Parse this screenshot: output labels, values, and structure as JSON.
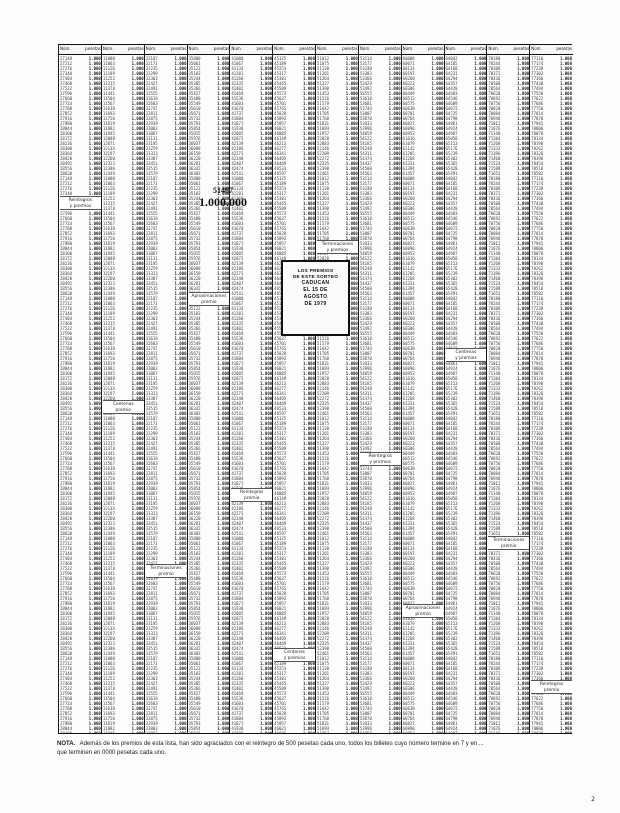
{
  "columns": [
    {
      "header": [
        "Núm.",
        "pesetas"
      ],
      "rows": [
        [
          "27148",
          "1.000"
        ],
        [
          "27212",
          "1.000"
        ],
        [
          "27276",
          "1.000"
        ],
        [
          "27340",
          "1.000"
        ],
        [
          "27404",
          "1.000"
        ],
        [
          "27468",
          "1.000"
        ],
        [
          "27532",
          "1.000"
        ],
        [
          "27596",
          "1.000"
        ],
        [
          "27660",
          "1.000"
        ],
        [
          "27724",
          "1.000"
        ],
        [
          "27788",
          "1.000"
        ],
        [
          "27852",
          "1.000"
        ],
        [
          "27916",
          "1.000"
        ],
        [
          "27980",
          "1.000"
        ],
        [
          "28044",
          "1.000"
        ],
        [
          "28108",
          "1.000"
        ],
        [
          "28172",
          "1.000"
        ],
        [
          "28236",
          "1.000"
        ],
        [
          "28300",
          "1.000"
        ],
        [
          "28364",
          "1.000"
        ],
        [
          "28428",
          "1.000"
        ],
        [
          "28492",
          "1.000"
        ],
        [
          "28556",
          "1.000"
        ],
        [
          "28620",
          "1.000"
        ]
      ],
      "category": [
        "Reintegros",
        "y premios"
      ]
    },
    {
      "header": [
        "Núm.",
        "pesetas"
      ],
      "rows": [
        [
          "11000",
          "1.000"
        ],
        [
          "11063",
          "1.000"
        ],
        [
          "11126",
          "1.000"
        ],
        [
          "11189",
          "1.000"
        ],
        [
          "11252",
          "1.000"
        ],
        [
          "11315",
          "1.000"
        ],
        [
          "11378",
          "1.000"
        ],
        [
          "11441",
          "1.000"
        ],
        [
          "11504",
          "1.000"
        ],
        [
          "11567",
          "1.000"
        ],
        [
          "11630",
          "1.000"
        ],
        [
          "11693",
          "1.000"
        ],
        [
          "11756",
          "1.000"
        ],
        [
          "11819",
          "1.000"
        ],
        [
          "11882",
          "1.000"
        ],
        [
          "11945",
          "1.000"
        ],
        [
          "12008",
          "1.000"
        ],
        [
          "12071",
          "1.000"
        ],
        [
          "12134",
          "1.000"
        ],
        [
          "12197",
          "1.000"
        ],
        [
          "12260",
          "1.000"
        ],
        [
          "12323",
          "1.000"
        ],
        [
          "12386",
          "1.000"
        ],
        [
          "12449",
          "1.000"
        ]
      ],
      "category": [
        "Centenas",
        "premio"
      ]
    },
    {
      "header": [
        "Núm.",
        "pesetas"
      ],
      "rows": [
        [
          "32107",
          "1.000"
        ],
        [
          "32171",
          "1.000"
        ],
        [
          "32235",
          "1.000"
        ],
        [
          "32299",
          "1.000"
        ],
        [
          "32363",
          "1.000"
        ],
        [
          "32427",
          "1.000"
        ],
        [
          "32491",
          "1.000"
        ],
        [
          "32555",
          "1.000"
        ],
        [
          "32619",
          "1.000"
        ],
        [
          "32683",
          "1.000"
        ],
        [
          "32747",
          "1.000"
        ],
        [
          "32811",
          "1.000"
        ],
        [
          "32875",
          "1.000"
        ],
        [
          "32939",
          "1.000"
        ],
        [
          "33003",
          "1.000"
        ],
        [
          "33067",
          "1.000"
        ],
        [
          "33131",
          "1.000"
        ],
        [
          "33195",
          "1.000"
        ],
        [
          "33259",
          "1.000"
        ],
        [
          "33323",
          "1.000"
        ],
        [
          "33387",
          "1.000"
        ],
        [
          "33451",
          "1.000"
        ],
        [
          "33515",
          "1.000"
        ],
        [
          "33579",
          "1.000"
        ]
      ],
      "category": [
        "Terminaciones",
        "premio"
      ]
    },
    {
      "header": [
        "Núm.",
        "pesetas"
      ],
      "rows": [
        [
          "35000",
          "1.000"
        ],
        [
          "35061",
          "1.000"
        ],
        [
          "35122",
          "1.000"
        ],
        [
          "35183",
          "1.000"
        ],
        [
          "35244",
          "1.000"
        ],
        [
          "35305",
          "1.000"
        ],
        [
          "35366",
          "1.000"
        ],
        [
          "35427",
          "1.000"
        ],
        [
          "35488",
          "1.000"
        ],
        [
          "35549",
          "1.000"
        ],
        [
          "35610",
          "1.000"
        ],
        [
          "35671",
          "1.000"
        ],
        [
          "35732",
          "1.000"
        ],
        [
          "35793",
          "1.000"
        ],
        [
          "35854",
          "1.000"
        ],
        [
          "35915",
          "1.000"
        ],
        [
          "35976",
          "1.000"
        ],
        [
          "36037",
          "1.000"
        ],
        [
          "36098",
          "1.000"
        ],
        [
          "36159",
          "1.000"
        ],
        [
          "36220",
          "1.000"
        ],
        [
          "36281",
          "1.000"
        ],
        [
          "36342",
          "1.000"
        ],
        [
          "36403",
          "1.000"
        ]
      ],
      "category": [
        "Aproximaciones",
        "premio"
      ]
    },
    {
      "header": [
        "Núm.",
        "pesetas"
      ],
      "rows": [
        [
          "41000",
          "1.000"
        ],
        [
          "41067",
          "1.000"
        ],
        [
          "41134",
          "1.000"
        ],
        [
          "41201",
          "1.000"
        ],
        [
          "41268",
          "1.000"
        ],
        [
          "41335",
          "1.000"
        ],
        [
          "41402",
          "1.000"
        ],
        [
          "41469",
          "1.000"
        ],
        [
          "41536",
          "1.000"
        ],
        [
          "41603",
          "1.000"
        ],
        [
          "41670",
          "1.000"
        ],
        [
          "41737",
          "1.000"
        ],
        [
          "41804",
          "1.000"
        ],
        [
          "41871",
          "1.000"
        ],
        [
          "41938",
          "1.000"
        ],
        [
          "42005",
          "1.000"
        ],
        [
          "42072",
          "1.000"
        ],
        [
          "42139",
          "1.000"
        ],
        [
          "42206",
          "1.000"
        ],
        [
          "42273",
          "1.000"
        ],
        [
          "42340",
          "1.000"
        ],
        [
          "42407",
          "1.000"
        ],
        [
          "42474",
          "1.000"
        ],
        [
          "42541",
          "1.000"
        ]
      ],
      "category": [
        "Reintegros",
        "premio"
      ]
    },
    {
      "header": [
        "Núm.",
        "pesetas"
      ],
      "rows": [
        [
          "45125",
          "1.000"
        ],
        [
          "45189",
          "1.000"
        ],
        [
          "45253",
          "1.000"
        ],
        [
          "45317",
          "1.000"
        ],
        [
          "45381",
          "1.000"
        ],
        [
          "45445",
          "1.000"
        ],
        [
          "45509",
          "1.000"
        ],
        [
          "45573",
          "1.000"
        ],
        [
          "45637",
          "1.000"
        ],
        [
          "45701",
          "1.000"
        ],
        [
          "45765",
          "1.000"
        ],
        [
          "45829",
          "1.000"
        ],
        [
          "45893",
          "1.000"
        ],
        [
          "45957",
          "1.000"
        ],
        [
          "46021",
          "1.000"
        ],
        [
          "46085",
          "1.000"
        ],
        [
          "46149",
          "1.000"
        ],
        [
          "46213",
          "1.000"
        ],
        [
          "46277",
          "1.000"
        ],
        [
          "46341",
          "1.000"
        ],
        [
          "46405",
          "1.000"
        ],
        [
          "46469",
          "1.000"
        ],
        [
          "46533",
          "1.000"
        ],
        [
          "46597",
          "1.000"
        ]
      ],
      "category": [
        "Centenas",
        "y premios"
      ]
    },
    {
      "header": [
        "Núm.",
        "pesetas"
      ],
      "rows": [
        [
          "51012",
          "1.000"
        ],
        [
          "51075",
          "1.000"
        ],
        [
          "51138",
          "1.000"
        ],
        [
          "51201",
          "1.000"
        ],
        [
          "51264",
          "1.000"
        ],
        [
          "51327",
          "1.000"
        ],
        [
          "51390",
          "1.000"
        ],
        [
          "51453",
          "1.000"
        ],
        [
          "51516",
          "1.000"
        ],
        [
          "51579",
          "1.000"
        ],
        [
          "51642",
          "1.000"
        ],
        [
          "51705",
          "1.000"
        ],
        [
          "51768",
          "1.000"
        ],
        [
          "51831",
          "1.000"
        ],
        [
          "51894",
          "1.000"
        ],
        [
          "51957",
          "1.000"
        ],
        [
          "52020",
          "1.000"
        ],
        [
          "52083",
          "1.000"
        ],
        [
          "52146",
          "1.000"
        ],
        [
          "52209",
          "1.000"
        ],
        [
          "52272",
          "1.000"
        ],
        [
          "52335",
          "1.000"
        ],
        [
          "52398",
          "1.000"
        ],
        [
          "52461",
          "1.000"
        ]
      ],
      "category": [
        "Terminaciones",
        "y premios"
      ]
    },
    {
      "header": [
        "Núm.",
        "pesetas"
      ],
      "rows": [
        [
          "53114",
          "1.000"
        ],
        [
          "53177",
          "1.000"
        ],
        [
          "53240",
          "1.000"
        ],
        [
          "53303",
          "1.000"
        ],
        [
          "53366",
          "1.000"
        ],
        [
          "53429",
          "1.000"
        ],
        [
          "53492",
          "1.000"
        ],
        [
          "53555",
          "1.000"
        ],
        [
          "53618",
          "1.000"
        ],
        [
          "53681",
          "1.000"
        ],
        [
          "53744",
          "1.000"
        ],
        [
          "53807",
          "1.000"
        ],
        [
          "53870",
          "1.000"
        ],
        [
          "53933",
          "1.000"
        ],
        [
          "53996",
          "1.000"
        ],
        [
          "54059",
          "1.000"
        ],
        [
          "54122",
          "1.000"
        ],
        [
          "54185",
          "1.000"
        ],
        [
          "54248",
          "1.000"
        ],
        [
          "54311",
          "1.000"
        ],
        [
          "54374",
          "1.000"
        ],
        [
          "54437",
          "1.000"
        ],
        [
          "54500",
          "1.000"
        ],
        [
          "54563",
          "1.000"
        ]
      ],
      "category": [
        "Reintegros",
        "y premios"
      ]
    },
    {
      "header": [
        "Núm.",
        "pesetas"
      ],
      "rows": [
        [
          "60008",
          "1.000"
        ],
        [
          "60071",
          "1.000"
        ],
        [
          "60134",
          "1.000"
        ],
        [
          "60197",
          "1.000"
        ],
        [
          "60260",
          "1.000"
        ],
        [
          "60323",
          "1.000"
        ],
        [
          "60386",
          "1.000"
        ],
        [
          "60449",
          "1.000"
        ],
        [
          "60512",
          "1.000"
        ],
        [
          "60575",
          "1.000"
        ],
        [
          "60638",
          "1.000"
        ],
        [
          "60701",
          "1.000"
        ],
        [
          "60764",
          "1.000"
        ],
        [
          "60827",
          "1.000"
        ],
        [
          "60890",
          "1.000"
        ],
        [
          "60953",
          "1.000"
        ],
        [
          "61016",
          "1.000"
        ],
        [
          "61079",
          "1.000"
        ],
        [
          "61142",
          "1.000"
        ],
        [
          "61205",
          "1.000"
        ],
        [
          "61268",
          "1.000"
        ],
        [
          "61331",
          "1.000"
        ],
        [
          "61394",
          "1.000"
        ],
        [
          "61457",
          "1.000"
        ]
      ],
      "category": [
        "Aproximaciones",
        "premio"
      ]
    },
    {
      "header": [
        "Núm.",
        "pesetas"
      ],
      "rows": [
        [
          "64042",
          "1.000"
        ],
        [
          "64105",
          "1.000"
        ],
        [
          "64168",
          "1.000"
        ],
        [
          "64231",
          "1.000"
        ],
        [
          "64294",
          "1.000"
        ],
        [
          "64357",
          "1.000"
        ],
        [
          "64420",
          "1.000"
        ],
        [
          "64483",
          "1.000"
        ],
        [
          "64546",
          "1.000"
        ],
        [
          "64609",
          "1.000"
        ],
        [
          "64672",
          "1.000"
        ],
        [
          "64735",
          "1.000"
        ],
        [
          "64798",
          "1.000"
        ],
        [
          "64861",
          "1.000"
        ],
        [
          "64924",
          "1.000"
        ],
        [
          "64987",
          "1.000"
        ],
        [
          "65050",
          "1.000"
        ],
        [
          "65113",
          "1.000"
        ],
        [
          "65176",
          "1.000"
        ],
        [
          "65239",
          "1.000"
        ],
        [
          "65302",
          "1.000"
        ],
        [
          "65365",
          "1.000"
        ],
        [
          "65428",
          "1.000"
        ],
        [
          "65491",
          "1.000"
        ]
      ],
      "category": [
        "Centenas",
        "y premios"
      ]
    },
    {
      "header": [
        "Núm.",
        "pesetas"
      ],
      "rows": [
        [
          "70180",
          "1.000"
        ],
        [
          "70244",
          "1.000"
        ],
        [
          "70308",
          "1.000"
        ],
        [
          "70372",
          "1.000"
        ],
        [
          "70436",
          "1.000"
        ],
        [
          "70500",
          "1.000"
        ],
        [
          "70564",
          "1.000"
        ],
        [
          "70628",
          "1.000"
        ],
        [
          "70692",
          "1.000"
        ],
        [
          "70756",
          "1.000"
        ],
        [
          "70820",
          "1.000"
        ],
        [
          "70884",
          "1.000"
        ],
        [
          "70948",
          "1.000"
        ],
        [
          "71012",
          "1.000"
        ],
        [
          "71076",
          "1.000"
        ],
        [
          "71140",
          "1.000"
        ],
        [
          "71204",
          "1.000"
        ],
        [
          "71268",
          "1.000"
        ],
        [
          "71332",
          "1.000"
        ],
        [
          "71396",
          "1.000"
        ],
        [
          "71460",
          "1.000"
        ],
        [
          "71524",
          "1.000"
        ],
        [
          "71588",
          "1.000"
        ],
        [
          "71652",
          "1.000"
        ]
      ],
      "category": [
        "Terminaciones",
        "premio"
      ]
    },
    {
      "header": [
        "Núm.",
        "pesetas"
      ],
      "rows": [
        [
          "77110",
          "1.000"
        ],
        [
          "77174",
          "1.000"
        ],
        [
          "77238",
          "1.000"
        ],
        [
          "77302",
          "1.000"
        ],
        [
          "77366",
          "1.000"
        ],
        [
          "77430",
          "1.000"
        ],
        [
          "77494",
          "1.000"
        ],
        [
          "77558",
          "1.000"
        ],
        [
          "77622",
          "1.000"
        ],
        [
          "77686",
          "1.000"
        ],
        [
          "77750",
          "1.000"
        ],
        [
          "77814",
          "1.000"
        ],
        [
          "77878",
          "1.000"
        ],
        [
          "77942",
          "1.000"
        ],
        [
          "78006",
          "1.000"
        ],
        [
          "78070",
          "1.000"
        ],
        [
          "78134",
          "1.000"
        ],
        [
          "78198",
          "1.000"
        ],
        [
          "78262",
          "1.000"
        ],
        [
          "78326",
          "1.000"
        ],
        [
          "78390",
          "1.000"
        ],
        [
          "78454",
          "1.000"
        ],
        [
          "78518",
          "1.000"
        ],
        [
          "78582",
          "1.000"
        ]
      ],
      "category": [
        "Reintegros",
        "premio"
      ]
    }
  ],
  "notice": {
    "line1": "LOS PREMIOS",
    "line2": "DE ESTE SORTEO",
    "line3": "CADUCAN",
    "line4": "EL 15 DE",
    "line5": "AGOSTO",
    "line6": "DE 1979"
  },
  "prize_stamp": {
    "number": "51467",
    "amount": "1.000.000"
  },
  "footnote": {
    "label": "NOTA.",
    "line1": "Además de los premios de esta lista, han sido agraciados con el reintegro de 500 pesetas cada uno, todos los billetes cuyo número termine en 7 y en ...",
    "line2": "que terminen en 0000 pesetas cada uno."
  },
  "page_mark": "2"
}
